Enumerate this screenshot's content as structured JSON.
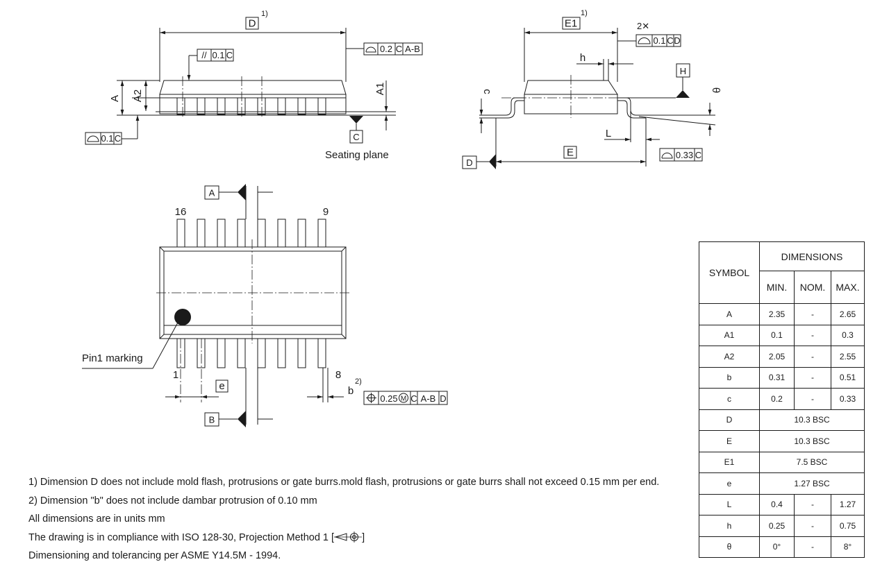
{
  "labels": {
    "D": "D",
    "E1": "E1",
    "E": "E",
    "A": "A",
    "A1": "A1",
    "A2": "A2",
    "h": "h",
    "c": "c",
    "L": "L",
    "H": "H",
    "theta": "θ",
    "b": "b",
    "e": "e",
    "C": "C",
    "datum_A": "A",
    "datum_B": "B",
    "datum_D": "D",
    "note1_ref": "1)",
    "note2_ref": "2)",
    "two_x": "2✕",
    "seating_plane": "Seating plane",
    "pin1_marking": "Pin1 marking",
    "pin16": "16",
    "pin9": "9",
    "pin1": "1",
    "pin8": "8"
  },
  "fcf": {
    "parallelism": {
      "symbol": "//",
      "tol": "0.1",
      "datum": "C"
    },
    "profile_D": {
      "tol": "0.2",
      "datum1": "C",
      "datum2": "A-B"
    },
    "profile_A1": {
      "tol": "0.1",
      "datum": "C"
    },
    "profile_E1": {
      "tol": "0.1",
      "datum1": "C",
      "datum2": "D"
    },
    "profile_E": {
      "tol": "0.33",
      "datum": "C"
    },
    "position_b": {
      "tol": "0.25",
      "mod": "M",
      "datum1": "C",
      "datum2": "A-B",
      "datum3": "D"
    }
  },
  "table": {
    "symbol_header": "SYMBOL",
    "dimensions_header": "DIMENSIONS",
    "min_header": "MIN.",
    "nom_header": "NOM.",
    "max_header": "MAX.",
    "rows": [
      {
        "symbol": "A",
        "min": "2.35",
        "nom": "-",
        "max": "2.65"
      },
      {
        "symbol": "A1",
        "min": "0.1",
        "nom": "-",
        "max": "0.3"
      },
      {
        "symbol": "A2",
        "min": "2.05",
        "nom": "-",
        "max": "2.55"
      },
      {
        "symbol": "b",
        "min": "0.31",
        "nom": "-",
        "max": "0.51"
      },
      {
        "symbol": "c",
        "min": "0.2",
        "nom": "-",
        "max": "0.33"
      },
      {
        "symbol": "D",
        "span": "10.3 BSC"
      },
      {
        "symbol": "E",
        "span": "10.3 BSC"
      },
      {
        "symbol": "E1",
        "span": "7.5 BSC"
      },
      {
        "symbol": "e",
        "span": "1.27 BSC"
      },
      {
        "symbol": "L",
        "min": "0.4",
        "nom": "-",
        "max": "1.27"
      },
      {
        "symbol": "h",
        "min": "0.25",
        "nom": "-",
        "max": "0.75"
      },
      {
        "symbol": "θ",
        "min": "0°",
        "nom": "-",
        "max": "8°"
      }
    ]
  },
  "notes": [
    "1) Dimension D does not include mold flash, protrusions or gate burrs.mold flash, protrusions or gate burrs shall not exceed 0.15 mm per end.",
    "2) Dimension \"b\" does not include dambar protrusion of 0.10 mm",
    "All dimensions are in units mm",
    "The drawing is in compliance with ISO 128-30, Projection Method 1 [",
    "Dimensioning and tolerancing per ASME Y14.5M - 1994."
  ],
  "projection_bracket_close": "]"
}
